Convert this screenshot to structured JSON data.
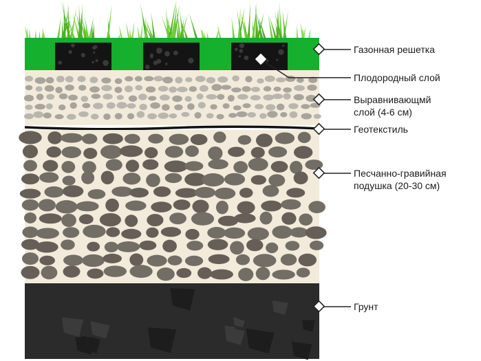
{
  "labels": {
    "lawn_grid": "Газонная решетка",
    "fertile_layer": "Плодородный слой",
    "leveling_line1": "Выравнивающмй",
    "leveling_line2": "слой (4-6 см)",
    "geotextile": "Геотекстиль",
    "cushion_line1": "Песчанно-гравийная",
    "cushion_line2": "подушка (20-30 см)",
    "ground": "Грунт"
  },
  "colors": {
    "grass": "#5cbf2a",
    "grid": "#14b02e",
    "soil": "#141414",
    "sand": "#f2ebdb",
    "gravel": "#6f6a63",
    "ground": "#2a2a2a",
    "leader": "#222222"
  }
}
